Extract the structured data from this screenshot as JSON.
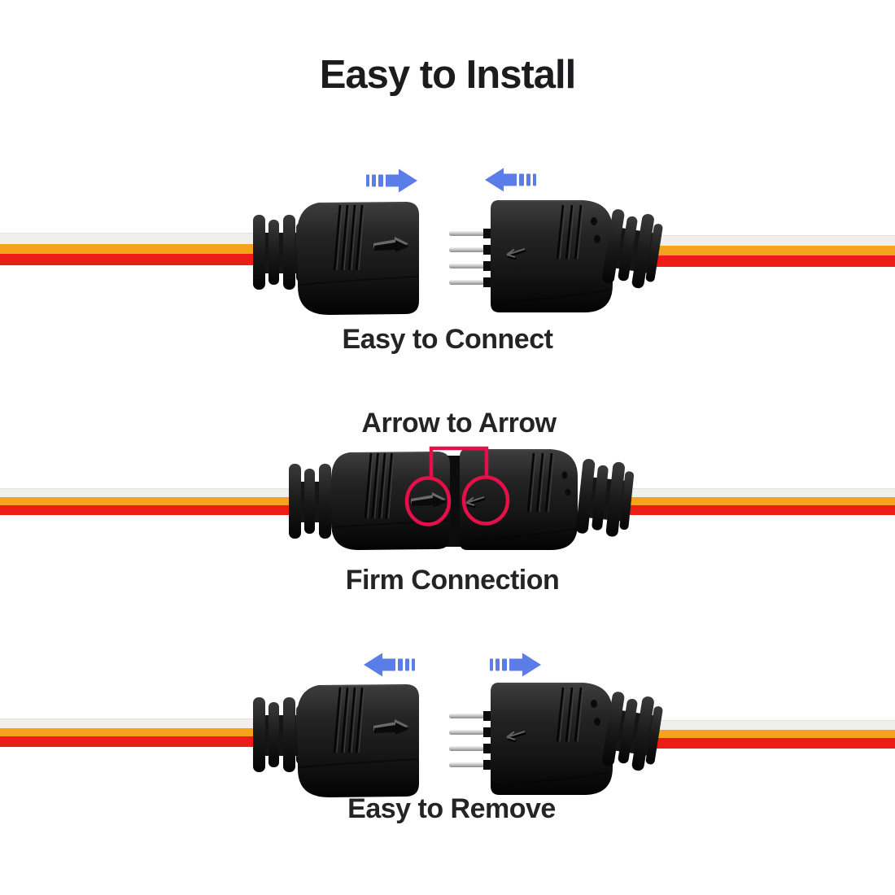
{
  "title": "Easy to Install",
  "sections": [
    {
      "id": "connect",
      "label": "Easy to Connect",
      "motion_icons": [
        "dashed-arrow-right-icon",
        "dashed-arrow-left-icon"
      ],
      "depicts": "female and male 4-pin connectors pushed toward each other"
    },
    {
      "id": "firm",
      "annotation": "Arrow to Arrow",
      "label": "Firm Connection",
      "highlight_icons": [
        "red-circle-left",
        "red-circle-right",
        "bracket"
      ],
      "depicts": "connectors mated together, arrow marks aligned"
    },
    {
      "id": "remove",
      "label": "Easy to Remove",
      "motion_icons": [
        "dashed-arrow-left-icon",
        "dashed-arrow-right-icon"
      ],
      "depicts": "connectors pulled apart"
    }
  ],
  "colors": {
    "heading": "#1c1c1e",
    "label": "#242424",
    "arrow_blue": "#5b7de8",
    "annotation_red": "#e5104a",
    "wire_white": "#f1efec",
    "wire_orange": "#f5a21c",
    "wire_red": "#ec1c16",
    "connector_black": "#1c1c1c"
  }
}
